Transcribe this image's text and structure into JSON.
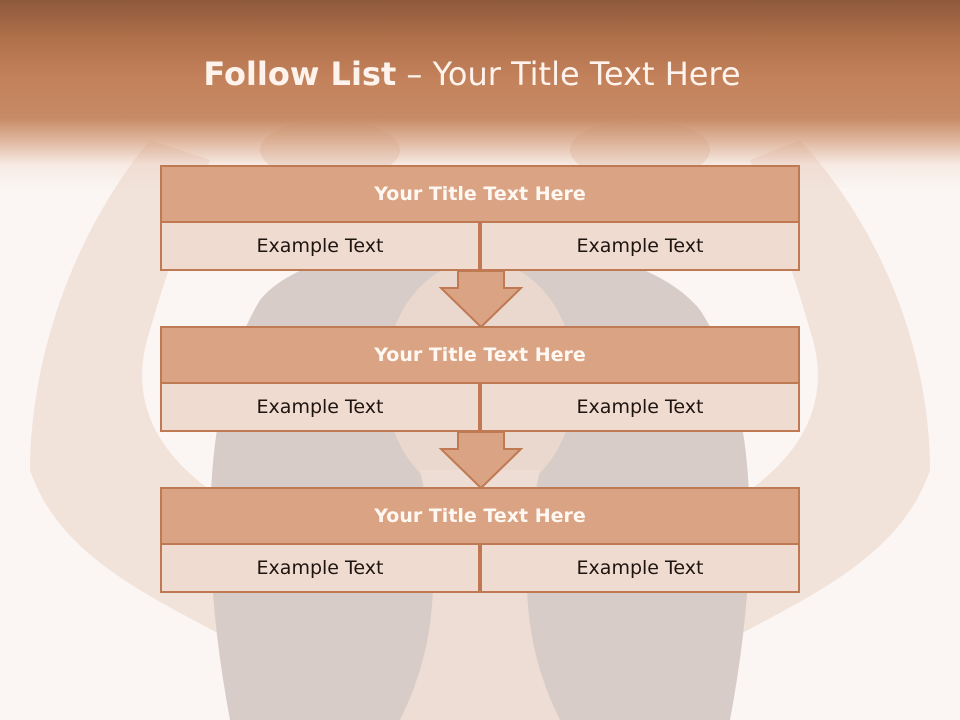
{
  "slide": {
    "title_bold": "Follow List",
    "title_rest": " – Your Title Text Here"
  },
  "steps": [
    {
      "heading": "Your Title Text Here",
      "left": "Example Text",
      "right": "Example Text"
    },
    {
      "heading": "Your Title Text Here",
      "left": "Example Text",
      "right": "Example Text"
    },
    {
      "heading": "Your Title Text Here",
      "left": "Example Text",
      "right": "Example Text"
    }
  ],
  "colors": {
    "header": "#c3825b",
    "box_head": "#d9a384",
    "box_body": "#efdbd0",
    "border": "#c07a53"
  }
}
